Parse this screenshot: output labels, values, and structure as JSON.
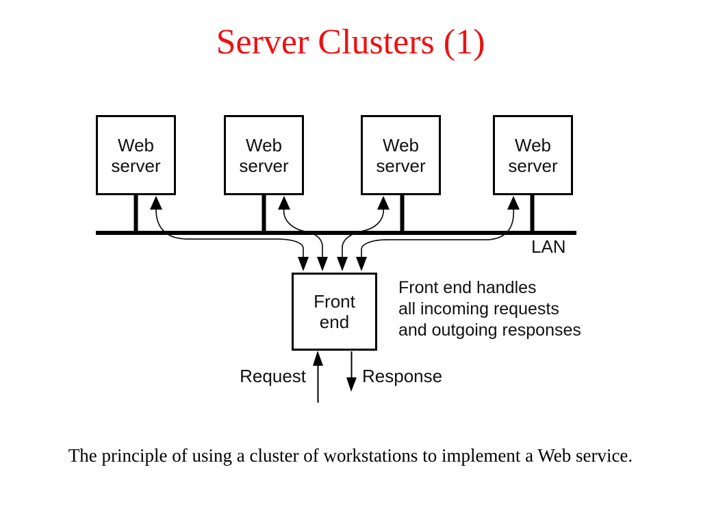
{
  "slide": {
    "title": "Server Clusters (1)",
    "title_color": "#ee1111",
    "caption": "The principle of using a cluster of workstations to implement a Web service."
  },
  "diagram": {
    "web_servers": [
      {
        "label": [
          "Web",
          "server"
        ]
      },
      {
        "label": [
          "Web",
          "server"
        ]
      },
      {
        "label": [
          "Web",
          "server"
        ]
      },
      {
        "label": [
          "Web",
          "server"
        ]
      }
    ],
    "lan_label": "LAN",
    "front_end_label": [
      "Front",
      "end"
    ],
    "annotation": [
      "Front end handles",
      "all incoming requests",
      "and outgoing responses"
    ],
    "request_label": "Request",
    "response_label": "Response",
    "line_color": "#000000"
  }
}
